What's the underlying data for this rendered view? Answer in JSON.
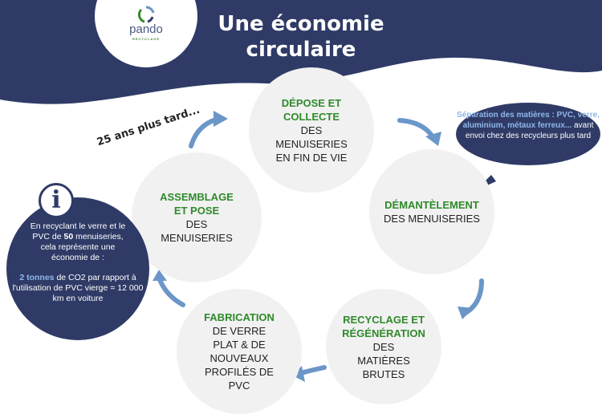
{
  "header": {
    "title": "Une économie circulaire",
    "logo_name": "pando",
    "logo_sub": "RECYCLAGE"
  },
  "colors": {
    "navy": "#2f3b66",
    "green": "#2e8a2a",
    "arrow": "#6b96c8",
    "circle": "#f1f1f1"
  },
  "note_later": "25 ans plus tard...",
  "steps": [
    {
      "bold": "DÉPOSE ET COLLECTE",
      "rest": "DES MENUISERIES EN FIN DE VIE"
    },
    {
      "bold": "DÉMANTÈLEMENT",
      "rest": "DES MENUISERIES"
    },
    {
      "bold": "RECYCLAGE ET RÉGÉNÉRATION",
      "rest": "DES MATIÈRES BRUTES"
    },
    {
      "bold": "FABRICATION",
      "rest": "DE VERRE PLAT & DE NOUVEAUX PROFILÉS DE PVC"
    },
    {
      "bold": "ASSEMBLAGE ET POSE",
      "rest": "DES MENUISERIES"
    }
  ],
  "bubble": {
    "bold": "Séparation des matières : PVC, verre, aluminium, métaux ferreux...",
    "rest": "avant envoi chez des recycleurs plus tard"
  },
  "info": {
    "icon": "i",
    "line1": "En recyclant le verre et le PVC de",
    "num": "50",
    "line2": "menuiseries, cela représente une économie de :",
    "hl": "2 tonnes",
    "line3": "de CO2 par rapport à l'utilisation de PVC vierge = 12 000 km en voiture"
  }
}
